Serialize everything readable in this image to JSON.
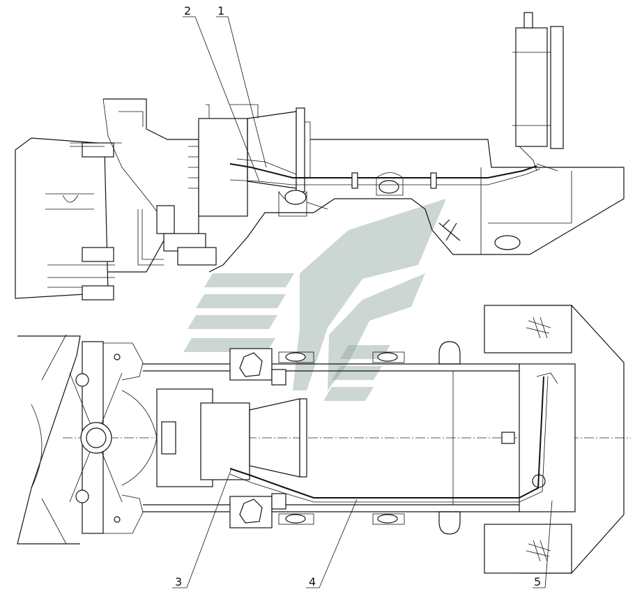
{
  "diagram": {
    "callouts": [
      {
        "id": "c1",
        "label": "1"
      },
      {
        "id": "c2",
        "label": "2"
      },
      {
        "id": "c3",
        "label": "3"
      },
      {
        "id": "c4",
        "label": "4"
      },
      {
        "id": "c5",
        "label": "5"
      }
    ],
    "views": [
      "side-view",
      "top-view"
    ],
    "watermark": "company-logo-watermark"
  }
}
